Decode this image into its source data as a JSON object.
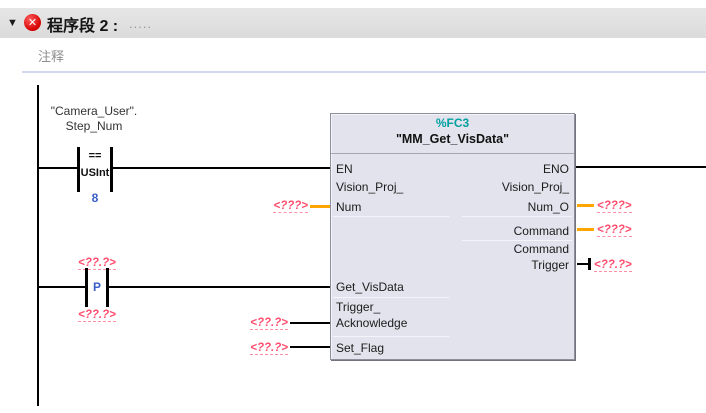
{
  "header": {
    "collapse_icon": "▼",
    "error_icon": "✕",
    "title": "程序段 2 :",
    "title_placeholder": "....."
  },
  "comment": {
    "placeholder": "注释"
  },
  "rung1": {
    "operand_line1": "\"Camera_User\".",
    "operand_line2": "Step_Num",
    "operator": "==",
    "data_type": "USInt",
    "value": "8"
  },
  "rung2": {
    "operand_top": "<??.?>",
    "symbol": "P",
    "operand_bottom": "<??.?>"
  },
  "block": {
    "address": "%FC3",
    "title": "\"MM_Get_VisData\"",
    "pin_en": "EN",
    "pin_vision_proj_1": "Vision_Proj_",
    "pin_vision_proj_2": "Num",
    "pin_get_visdata": "Get_VisData",
    "pin_trigger_1": "Trigger_",
    "pin_trigger_2": "Acknowledge",
    "pin_set_flag": "Set_Flag",
    "pin_eno": "ENO",
    "pin_vision_proj_o_1": "Vision_Proj_",
    "pin_vision_proj_o_2": "Num_O",
    "pin_command": "Command",
    "pin_command_trigger_1": "Command",
    "pin_command_trigger_2": "Trigger"
  },
  "operands": {
    "vision_proj_num": "<???>",
    "trigger_acknowledge": "<??.?>",
    "set_flag": "<??.?>",
    "vision_proj_num_o": "<???>",
    "command": "<???>",
    "command_trigger": "<??.?>"
  },
  "colors": {
    "accent-teal": "#00A0A0",
    "error-red": "#DD0000",
    "placeholder-pink": "#FF4D6E",
    "wire-orange": "#FFA500",
    "constant-blue": "#3A5FC8",
    "block-bg": "#E3E3ED"
  }
}
